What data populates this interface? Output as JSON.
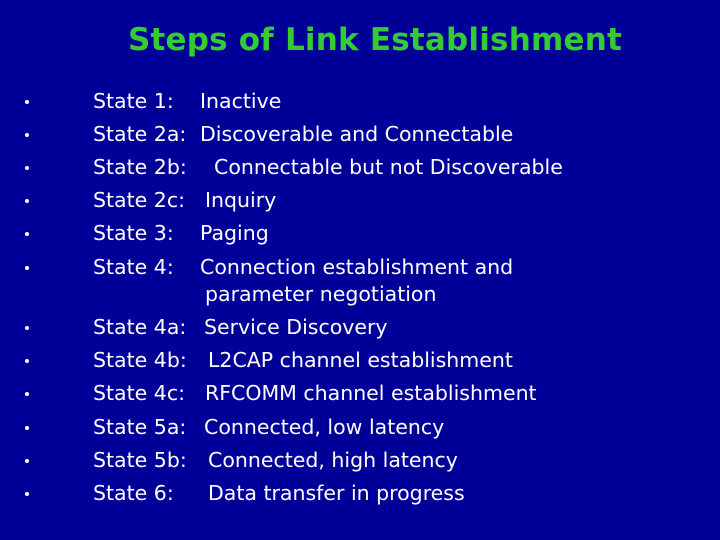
{
  "slide": {
    "title": "Steps of Link Establishment",
    "items": [
      {
        "state": "State 1:",
        "desc": "Inactive"
      },
      {
        "state": "State 2a:",
        "desc": "Discoverable and Connectable"
      },
      {
        "state": "State 2b:",
        "desc": "Connectable but not Discoverable"
      },
      {
        "state": "State 2c:",
        "desc": "Inquiry"
      },
      {
        "state": "State 3:",
        "desc": "Paging"
      },
      {
        "state": "State 4:",
        "desc": "Connection establishment and",
        "desc_cont": "parameter negotiation"
      },
      {
        "state": "State 4a:",
        "desc": "Service Discovery"
      },
      {
        "state": "State 4b:",
        "desc": "L2CAP channel establishment"
      },
      {
        "state": "State 4c:",
        "desc": "RFCOMM channel establishment"
      },
      {
        "state": "State 5a:",
        "desc": "Connected, low latency"
      },
      {
        "state": "State 5b:",
        "desc": "Connected, high latency"
      },
      {
        "state": "State 6:",
        "desc": "Data transfer in progress"
      }
    ]
  },
  "colors": {
    "background": "#000099",
    "title": "#33cc33",
    "text": "#ffffff"
  }
}
